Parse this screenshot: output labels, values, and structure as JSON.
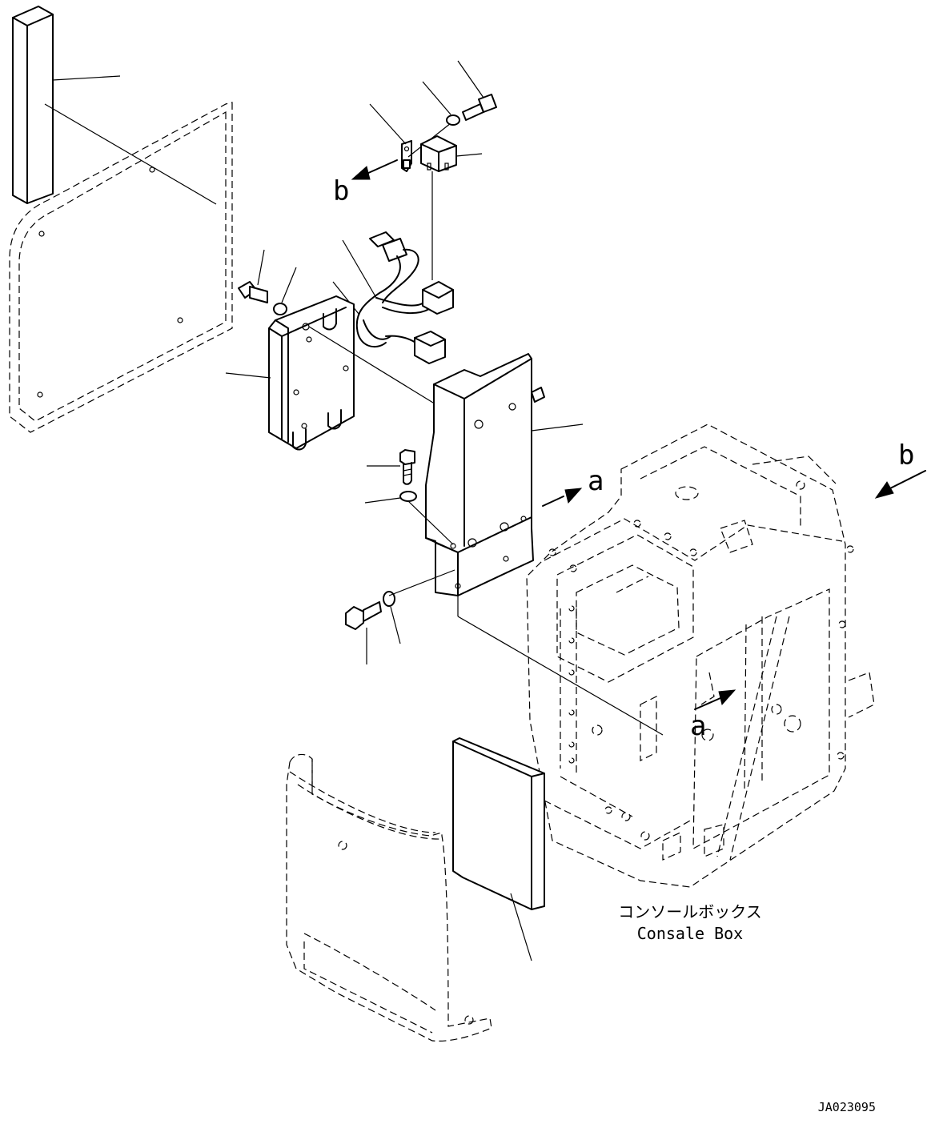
{
  "labels": {
    "arrow_b_left": "b",
    "arrow_a_center": "a",
    "arrow_b_right": "b",
    "arrow_a_console": "a",
    "console_jp": "コンソールボックス",
    "console_en": "Consale Box",
    "drawing_id": "JA023095"
  },
  "colors": {
    "line": "#000000",
    "background": "#ffffff"
  }
}
